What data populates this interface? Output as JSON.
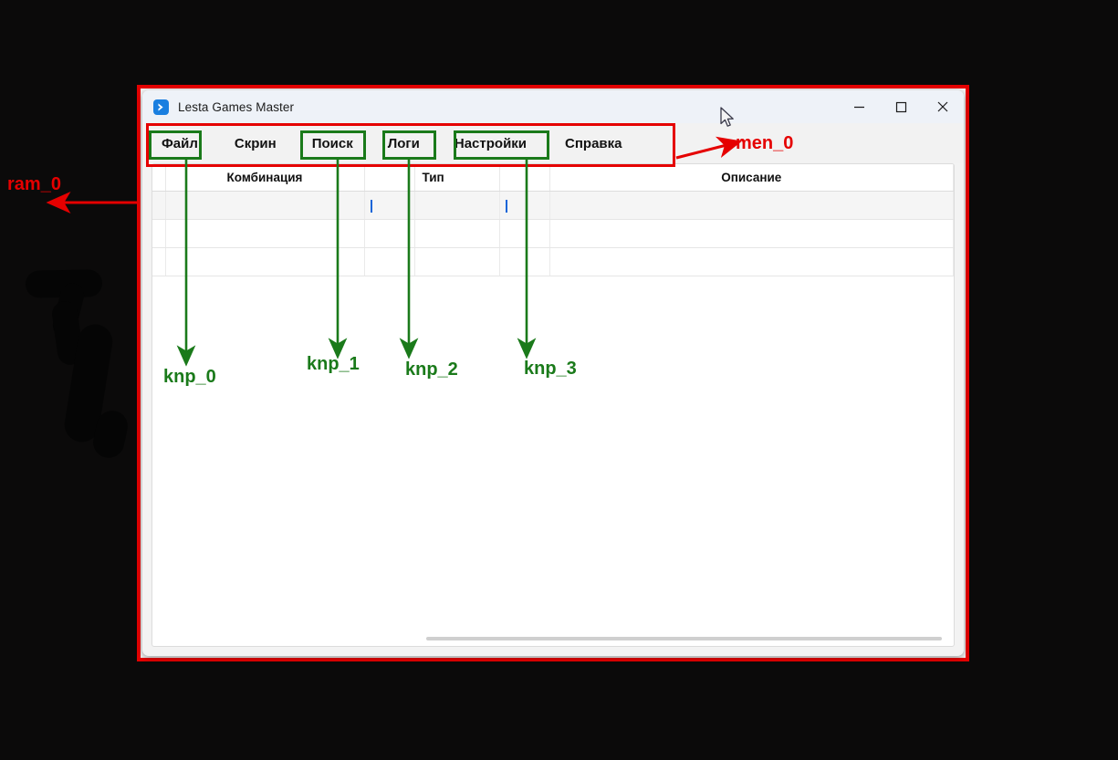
{
  "window": {
    "title": "Lesta Games Master",
    "icon": "app-chevron-icon",
    "controls": {
      "minimize": "minimize-icon",
      "maximize": "maximize-icon",
      "close": "close-icon"
    }
  },
  "menu": {
    "items": [
      {
        "label": "Файл",
        "highlighted": true
      },
      {
        "label": "Скрин",
        "highlighted": false
      },
      {
        "label": "Поиск",
        "highlighted": true
      },
      {
        "label": "Логи",
        "highlighted": true
      },
      {
        "label": "Настройки",
        "highlighted": true
      },
      {
        "label": "Справка",
        "highlighted": false
      }
    ]
  },
  "table": {
    "headers": [
      "",
      "Комбинация",
      "",
      "Тип",
      "",
      "Описание"
    ],
    "rows": [
      {
        "selected": true,
        "cells": [
          "",
          "",
          "|",
          "",
          "|",
          ""
        ]
      },
      {
        "selected": false,
        "cells": [
          "",
          "",
          "",
          "",
          "",
          ""
        ]
      },
      {
        "selected": false,
        "cells": [
          "",
          "",
          "",
          "",
          "",
          ""
        ]
      }
    ]
  },
  "annotations": {
    "men_0": "men_0",
    "ram_0": "ram_0",
    "knp_0": "knp_0",
    "knp_1": "knp_1",
    "knp_2": "knp_2",
    "knp_3": "knp_3"
  },
  "colors": {
    "annotation_red": "#e50000",
    "annotation_green": "#1a7a1a",
    "accent_blue": "#1a7fe0",
    "caret_blue": "#1565d8",
    "titlebar": "#eef2f8",
    "menubar": "#f2f2f2",
    "desktop": "#0b0a0a"
  }
}
